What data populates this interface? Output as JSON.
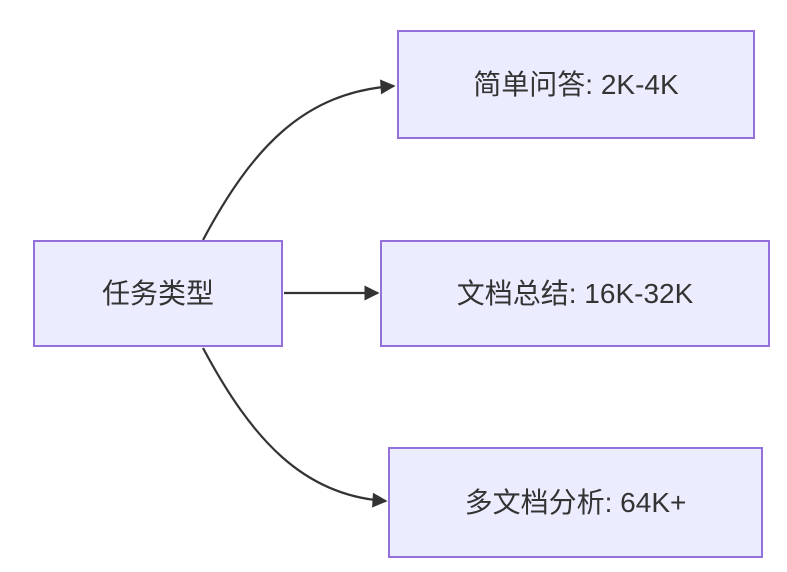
{
  "diagram": {
    "type": "flowchart-lr",
    "root": {
      "label": "任务类型"
    },
    "branches": [
      {
        "label": "简单问答: 2K-4K"
      },
      {
        "label": "文档总结: 16K-32K"
      },
      {
        "label": "多文档分析: 64K+"
      }
    ],
    "colors": {
      "node_fill": "#ECECFF",
      "node_border": "#9370DB",
      "edge": "#333333",
      "text": "#333333",
      "background": "#FFFFFF"
    }
  }
}
